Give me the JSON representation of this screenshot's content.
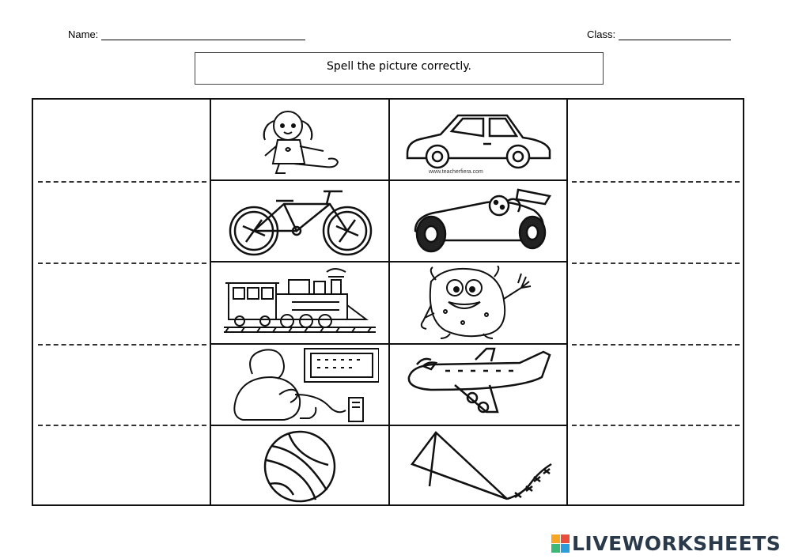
{
  "header": {
    "name_label": "Name:",
    "class_label": "Class:"
  },
  "instruction": "Spell the picture correctly.",
  "pictures": [
    {
      "row": 1,
      "left": "doll-icon",
      "right": "car-icon"
    },
    {
      "row": 2,
      "left": "bicycle-icon",
      "right": "race-car-icon"
    },
    {
      "row": 3,
      "left": "train-icon",
      "right": "monster-icon"
    },
    {
      "row": 4,
      "left": "video-game-icon",
      "right": "airplane-icon"
    },
    {
      "row": 5,
      "left": "ball-icon",
      "right": "kite-icon"
    }
  ],
  "watermark": "www.teacherfiera.com",
  "branding": {
    "text": "LIVEWORKSHEETS",
    "colors": [
      "#f6a623",
      "#e94e3c",
      "#3cb878",
      "#2d9cdb"
    ]
  }
}
